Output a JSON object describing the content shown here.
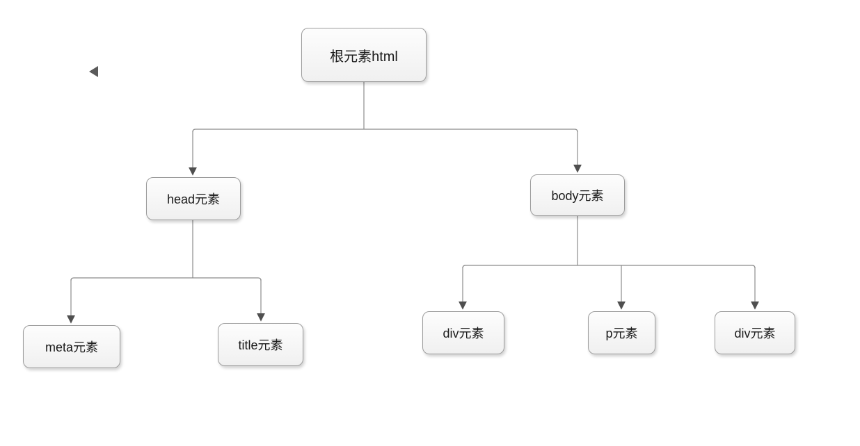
{
  "diagram": {
    "nodes": {
      "root": {
        "label": "根元素html"
      },
      "head": {
        "label": "head元素"
      },
      "body": {
        "label": "body元素"
      },
      "meta": {
        "label": "meta元素"
      },
      "title": {
        "label": "title元素"
      },
      "div1": {
        "label": "div元素"
      },
      "p": {
        "label": "p元素"
      },
      "div2": {
        "label": "div元素"
      }
    },
    "edges": [
      {
        "from": "root",
        "to": "head"
      },
      {
        "from": "root",
        "to": "body"
      },
      {
        "from": "head",
        "to": "meta"
      },
      {
        "from": "head",
        "to": "title"
      },
      {
        "from": "body",
        "to": "div1"
      },
      {
        "from": "body",
        "to": "p"
      },
      {
        "from": "body",
        "to": "div2"
      }
    ],
    "icons": {
      "collapse_triangle": "◀"
    },
    "colors": {
      "canvas_background": "#ffffff",
      "line": "#8b8b8b",
      "arrowhead": "#4f4f4f",
      "node_border": "#9c9c9c",
      "node_fill_top": "#fdfdfd",
      "node_fill_bottom": "#f0f0f0",
      "node_text": "#1a1a1a",
      "nav_triangle": "#5a5a5a"
    }
  }
}
